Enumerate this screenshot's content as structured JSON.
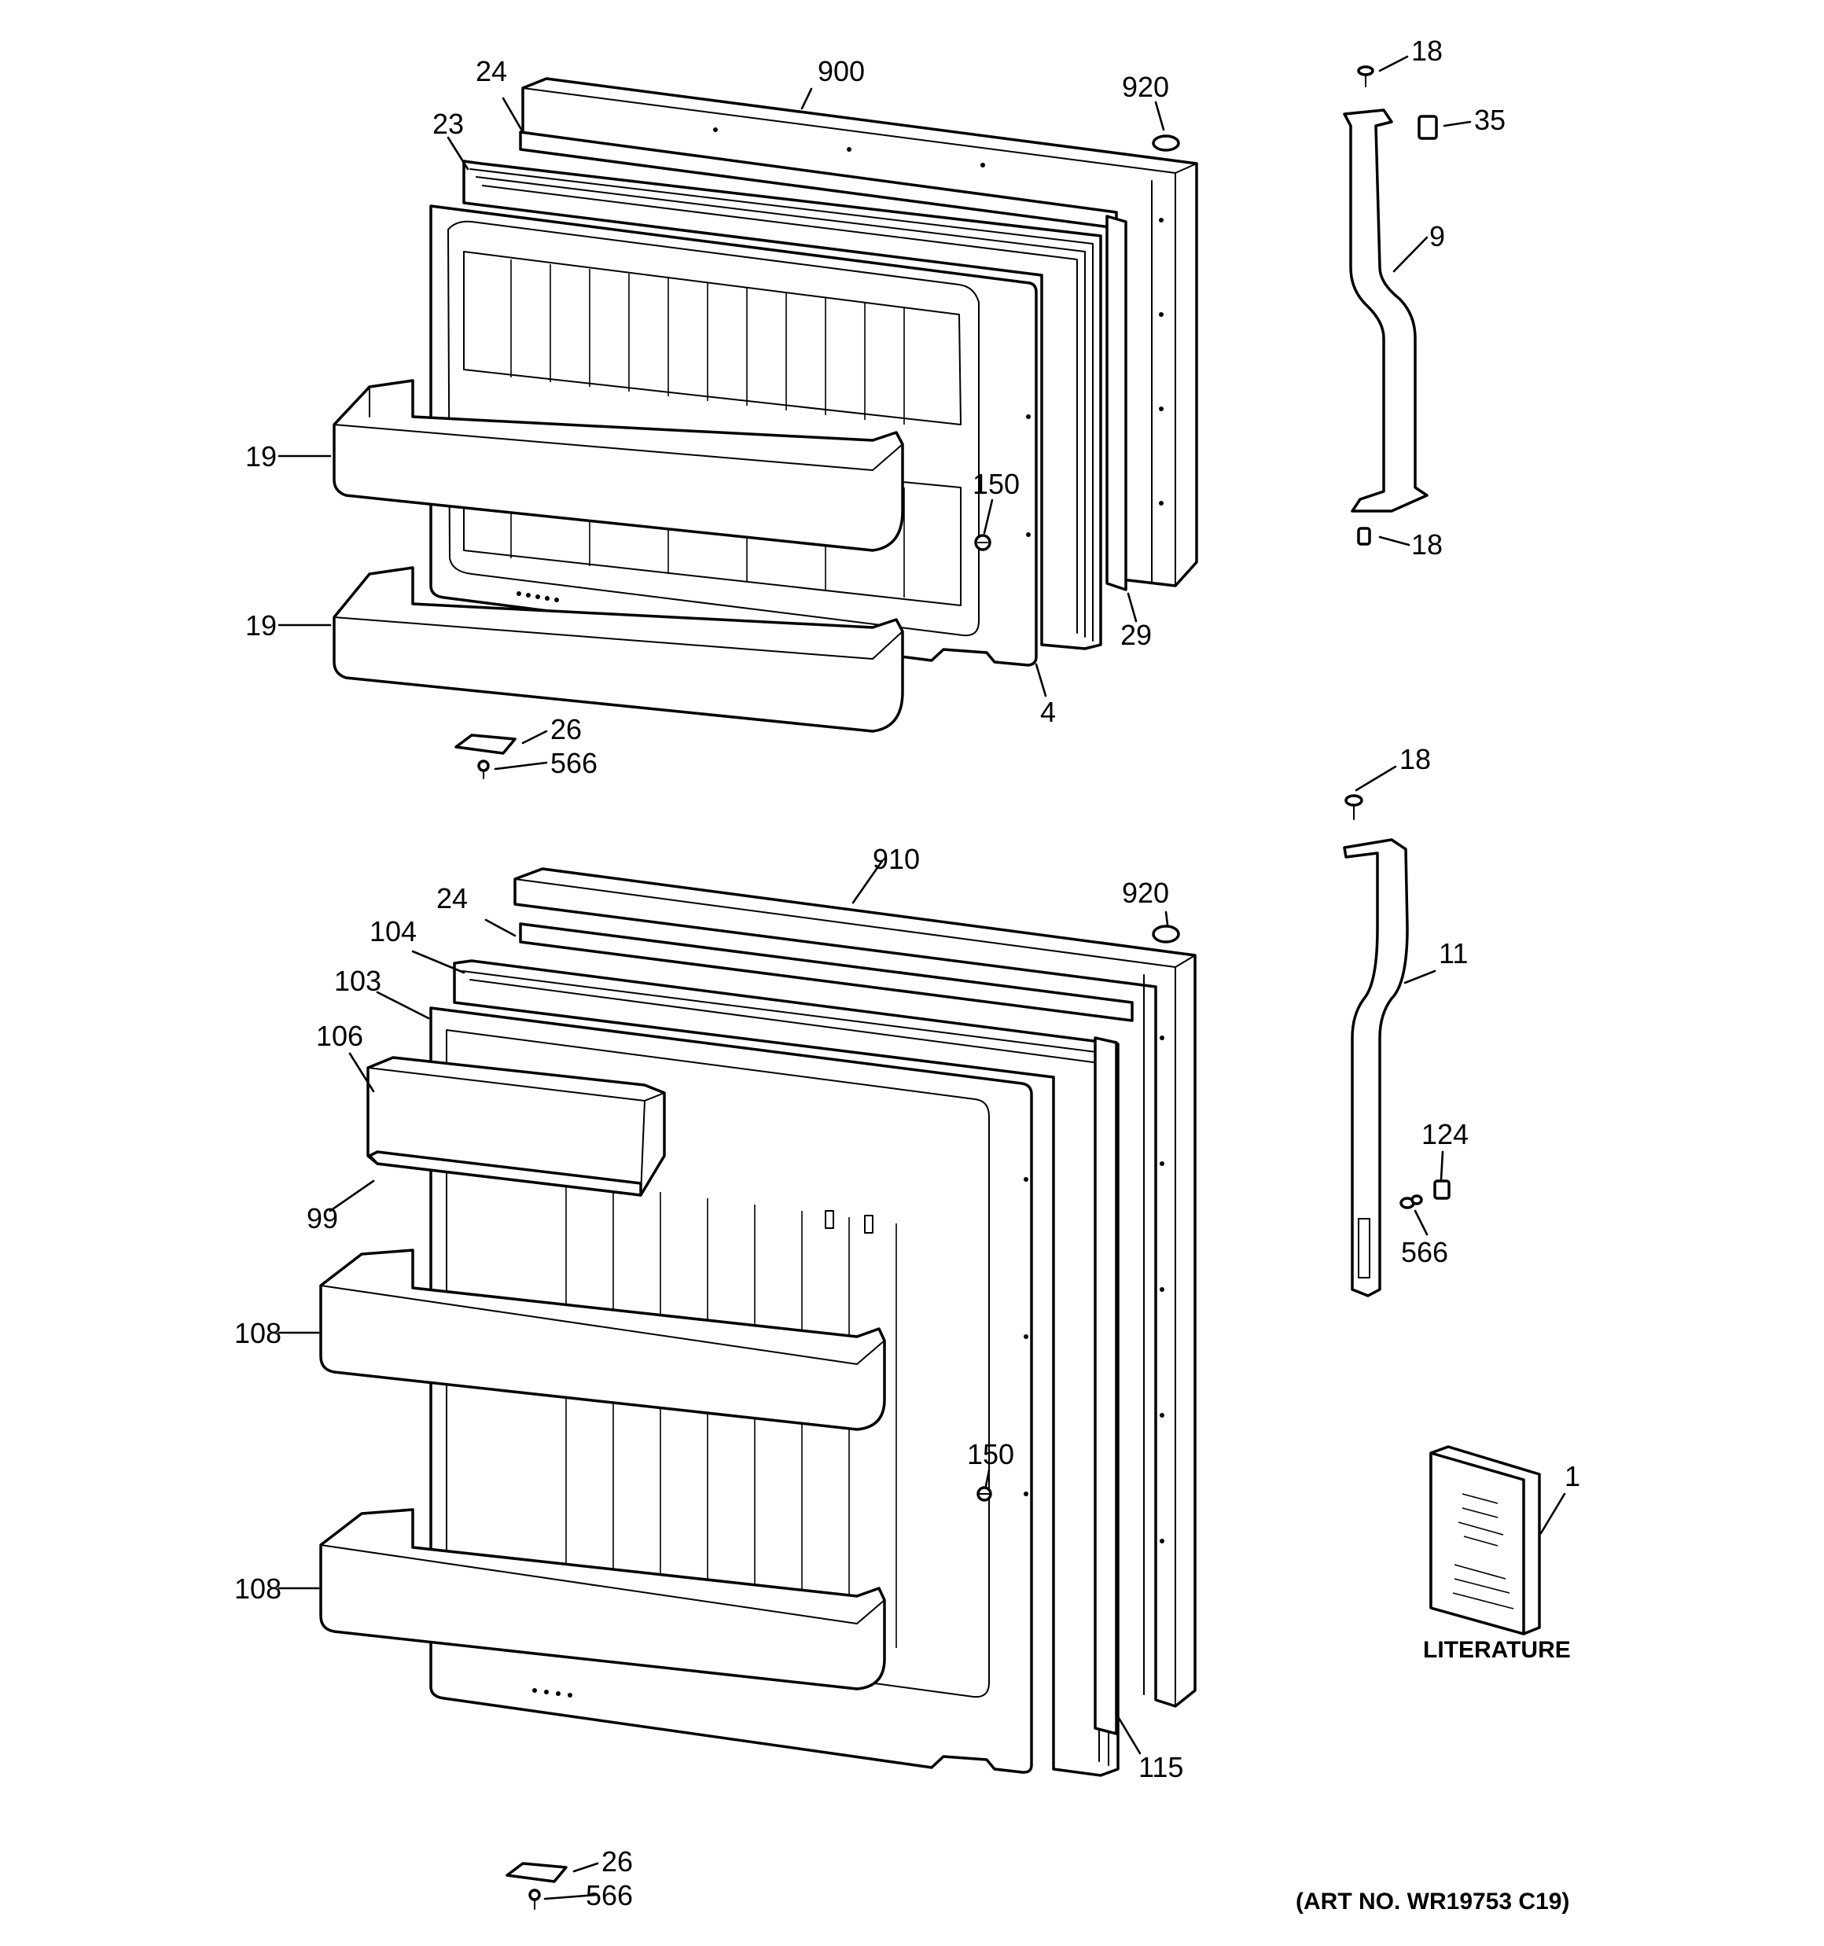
{
  "callouts": {
    "c900": "900",
    "c920a": "920",
    "c24a": "24",
    "c23": "23",
    "c18a": "18",
    "c35": "35",
    "c9": "9",
    "c19a": "19",
    "c19b": "19",
    "c150a": "150",
    "c18b": "18",
    "c29": "29",
    "c4": "4",
    "c26a": "26",
    "c566a": "566",
    "c18c": "18",
    "c910": "910",
    "c920b": "920",
    "c24b": "24",
    "c104": "104",
    "c103": "103",
    "c106": "106",
    "c11": "11",
    "c99": "99",
    "c124": "124",
    "c566b": "566",
    "c108a": "108",
    "c150b": "150",
    "c1": "1",
    "c108b": "108",
    "c115": "115",
    "c26b": "26",
    "c566c": "566"
  },
  "literature_label": "LITERATURE",
  "art_number": "(ART NO. WR19753 C19)",
  "colors": {
    "line": "#000000",
    "background": "#ffffff"
  }
}
